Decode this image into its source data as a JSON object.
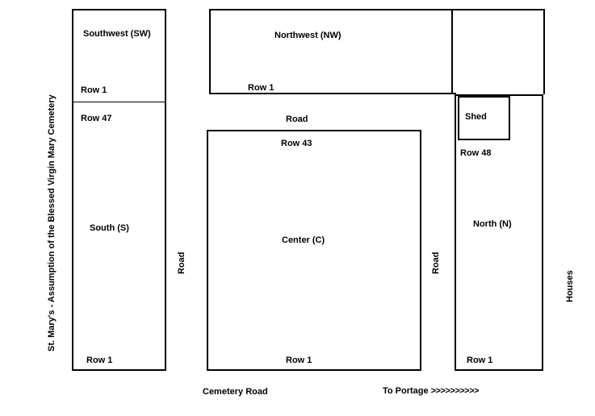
{
  "title": "St. Mary's - Assumption of the Blessed Virgin Mary Cemetery",
  "regions": {
    "southwest": {
      "name": "Southwest (SW)",
      "top_row": "Row 1"
    },
    "south": {
      "name": "South (S)",
      "top_row": "Row 47",
      "bottom_row": "Row 1"
    },
    "northwest": {
      "name": "Northwest (NW)",
      "bottom_row": "Row 1"
    },
    "center": {
      "name": "Center (C)",
      "top_row": "Row 43",
      "bottom_row": "Row 1"
    },
    "north": {
      "name": "North (N)",
      "top_row": "Row 48",
      "bottom_row": "Row 1"
    },
    "shed": {
      "name": "Shed"
    }
  },
  "roads": {
    "west": "Road",
    "center": "Road",
    "east": "Road",
    "cemetery_road": "Cemetery Road"
  },
  "landmarks": {
    "houses": "Houses",
    "to_portage": "To Portage",
    "to_portage_arrows": ">>>>>>>>>>"
  },
  "colors": {
    "stroke": "#000000",
    "background": "#ffffff",
    "text": "#000000"
  }
}
